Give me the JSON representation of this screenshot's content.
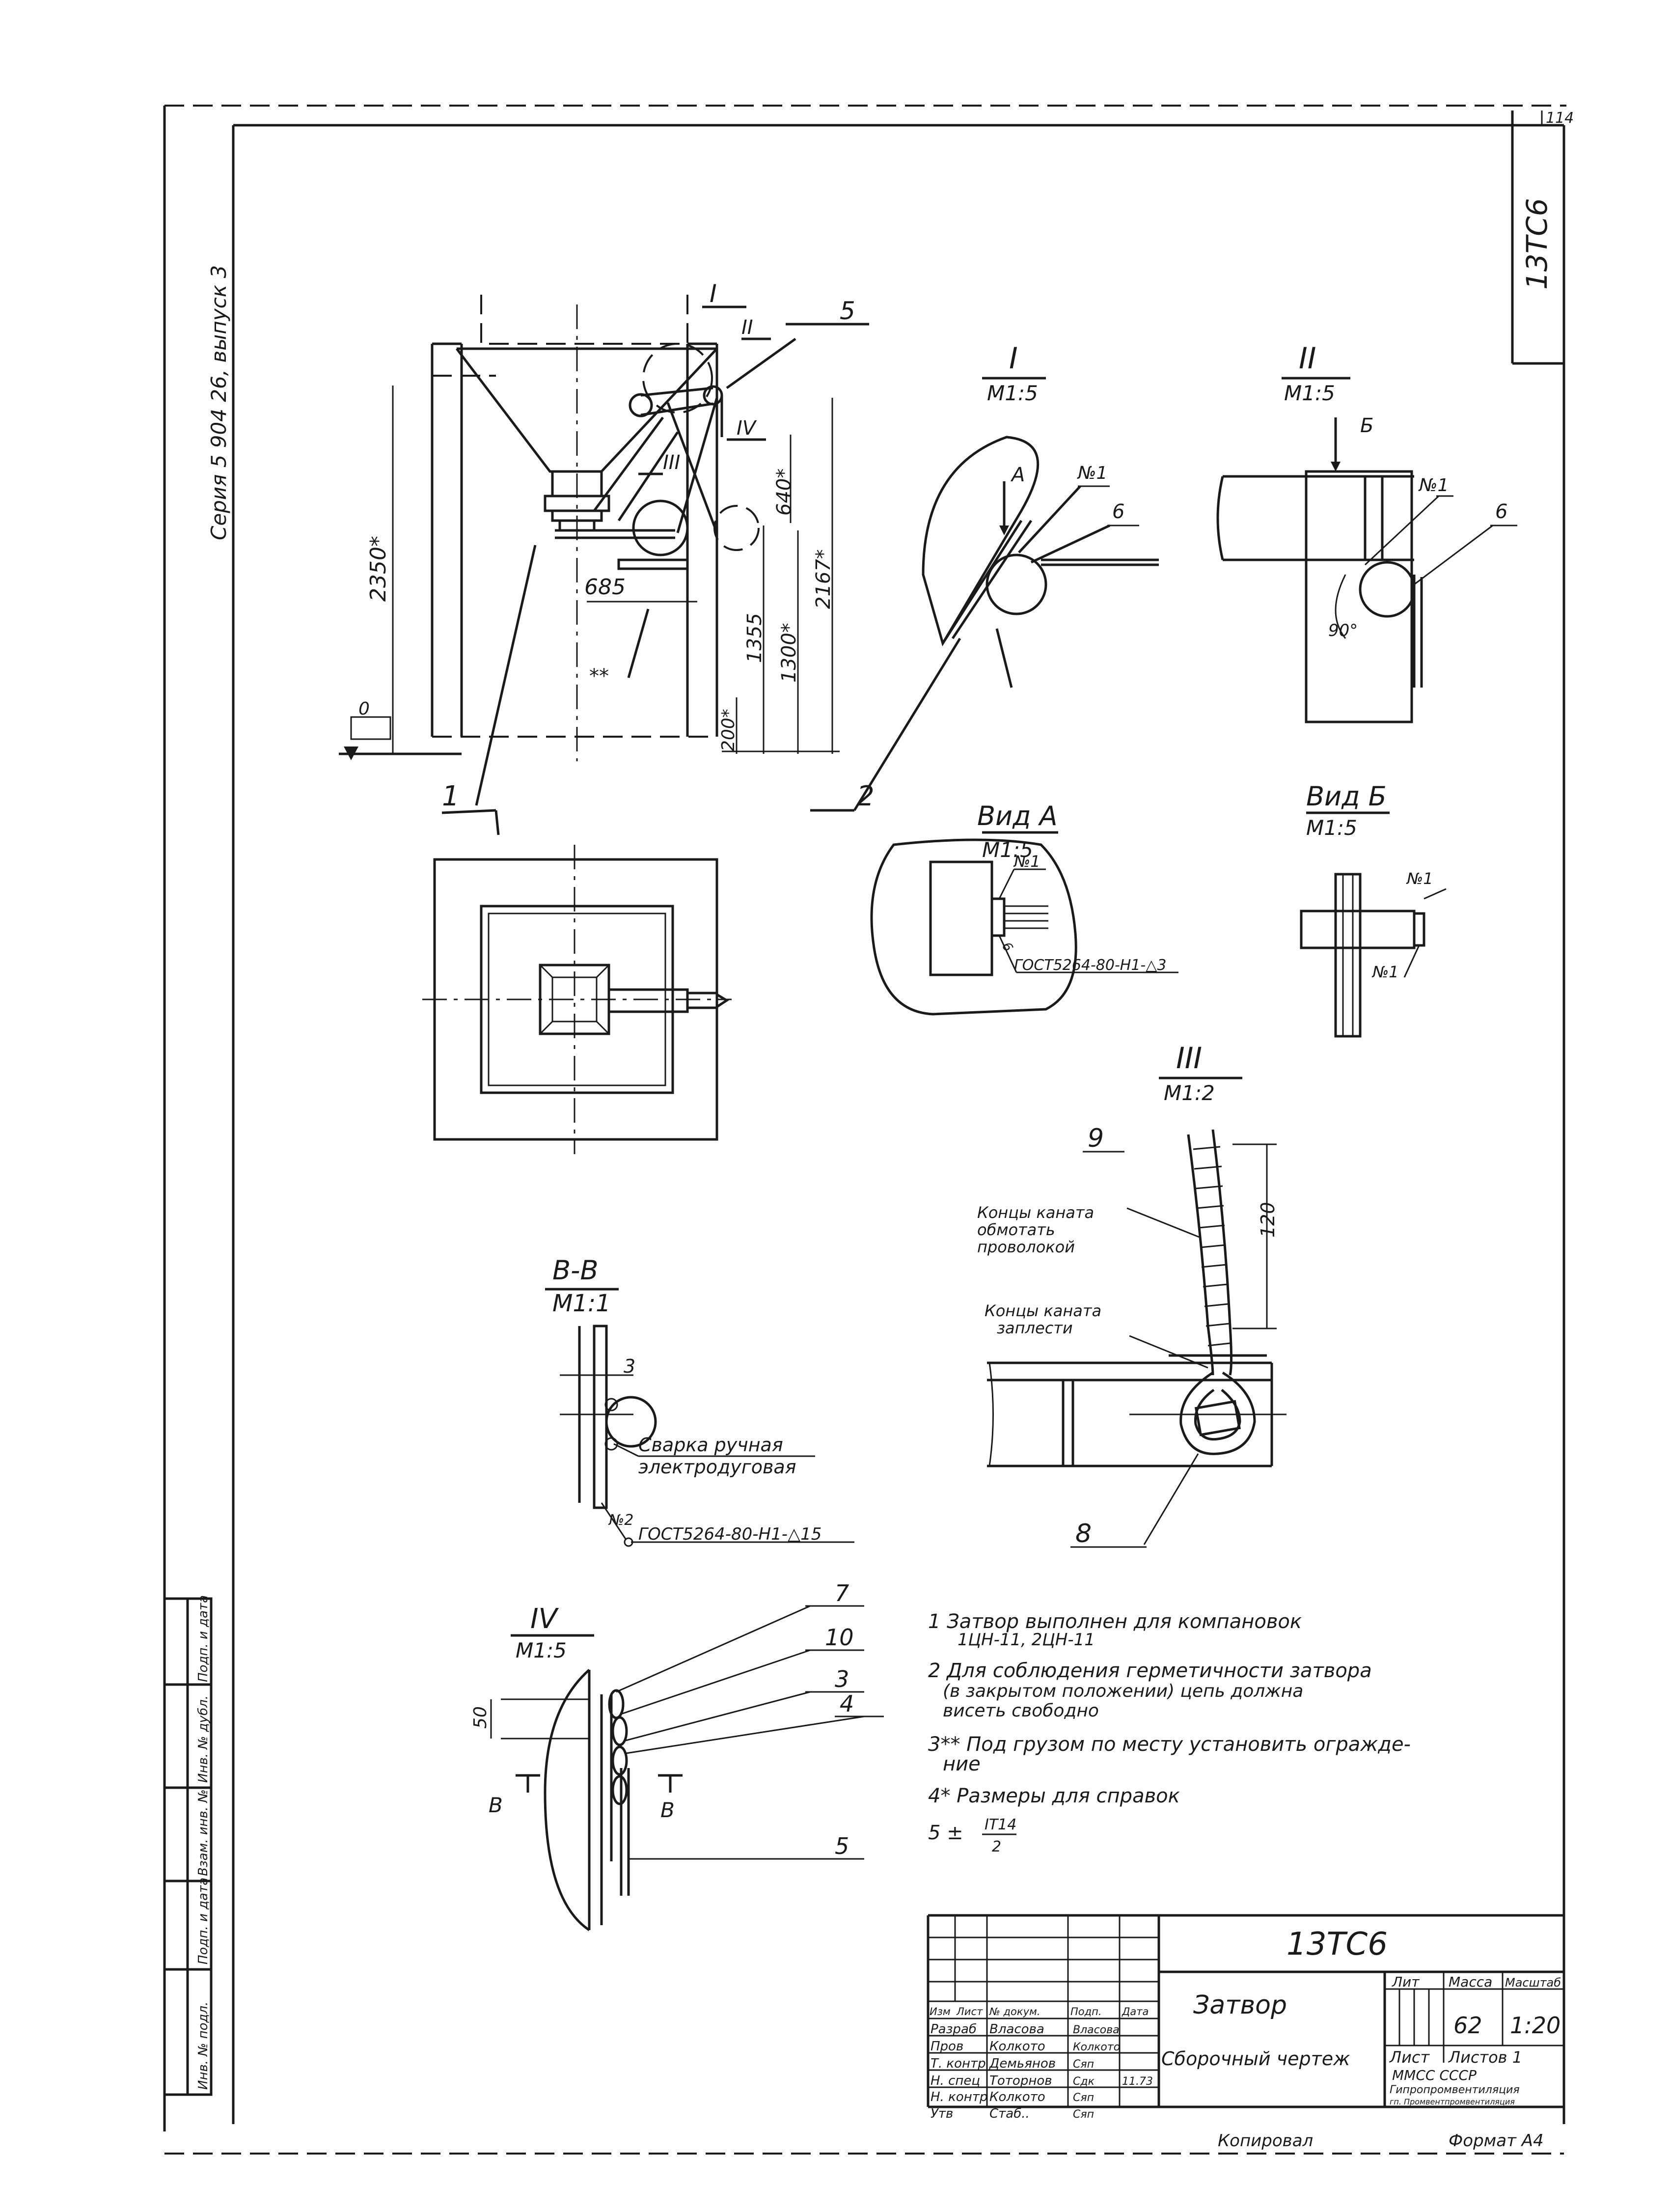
{
  "sheet": {
    "sheet_number": "114",
    "stamp": "13ТС6",
    "series": "Серия 5 904 26, выпуск 3"
  },
  "main_view": {
    "dim_2350": "2350*",
    "dim_685": "685",
    "dim_640": "640*",
    "dim_1355": "1355",
    "dim_1300": "1300*",
    "dim_2167": "2167*",
    "dim_200": "200*",
    "level_0": "0",
    "double_star": "**",
    "label_I": "I",
    "label_II": "II",
    "label_III": "III",
    "label_IV": "IV",
    "label_5": "5",
    "callout_1": "1",
    "callout_2": "2"
  },
  "detail_I": {
    "title": "I",
    "scale": "M1:5",
    "mark_n1": "№1",
    "mark_A": "А",
    "mark_6": "6"
  },
  "detail_II": {
    "title": "II",
    "scale": "M1:5",
    "mark_B": "Б",
    "mark_n1": "№1",
    "mark_6": "6",
    "angle": "90°"
  },
  "view_A": {
    "title": "Вид А",
    "scale": "M1:5",
    "mark_n1": "№1",
    "weld": "ГОСТ5264-80-Н1-△3",
    "mark_6": "6"
  },
  "view_B": {
    "title": "Вид Б",
    "scale": "M1:5",
    "mark_n1_top": "№1",
    "mark_n1_bottom": "№1"
  },
  "detail_III": {
    "title": "III",
    "scale": "M1:2",
    "mark_9": "9",
    "mark_8": "8",
    "dim_120": "120",
    "note_1_line1": "Концы каната",
    "note_1_line2": "обмотать",
    "note_1_line3": "проволокой",
    "note_2_line1": "Концы каната",
    "note_2_line2": "заплести"
  },
  "section_BB": {
    "title": "В-В",
    "scale": "M1:1",
    "dim_3": "3",
    "weld_line1": "Сварка ручная",
    "weld_line2": "электродуговая",
    "mark_n2": "№2",
    "weld_gost": "ГОСТ5264-80-Н1-△15"
  },
  "detail_IV": {
    "title": "IV",
    "scale": "M1:5",
    "dim_50": "50",
    "mark_7": "7",
    "mark_10": "10",
    "mark_3": "3",
    "mark_4": "4",
    "mark_5": "5",
    "section_B_left": "В",
    "section_B_right": "В"
  },
  "notes": [
    {
      "line1": "1 Затвор выполнен для компановок",
      "line2": "1ЦН-11, 2ЦН-11",
      "line3": ""
    },
    {
      "line1": "2 Для соблюдения герметичности затвора",
      "line2": "(в закрытом положении) цепь должна",
      "line3": "висеть свободно"
    },
    {
      "line1": "3** Под грузом по месту установить огражде-",
      "line2": "ние",
      "line3": ""
    },
    {
      "line1": "4* Размеры для    справок",
      "line2": "",
      "line3": ""
    }
  ],
  "tolerance": {
    "prefix": "5 ±",
    "numerator": "IT14",
    "denominator": "2"
  },
  "title_block": {
    "code": "13ТС6",
    "name": "Затвор",
    "doc_type": "Сборочный чертеж",
    "col_lit": "Лит",
    "col_mass": "Масса",
    "col_scale": "Масштаб",
    "mass": "62",
    "scale": "1:20",
    "sheet_label": "Лист",
    "sheets_label": "Листов 1",
    "org_line1": "ММСС  СССР",
    "org_line2": "Гипропромвентиляция",
    "org_line3": "гп. Промвентпромвентиляция",
    "head_cols": [
      "Изм",
      "Лист",
      "№ докум.",
      "Подп.",
      "Дата"
    ],
    "rows": [
      {
        "role": "Разраб",
        "name": "Власова",
        "sign": "Власова"
      },
      {
        "role": "Пров",
        "name": "Колкото",
        "sign": "Колкото"
      },
      {
        "role": "Т. контр",
        "name": "Демьянов",
        "sign": "Сяп"
      },
      {
        "role": "Н. спец",
        "name": "Тоторнов",
        "sign": "Сдк",
        "date": "11.73"
      },
      {
        "role": "Н. контр",
        "name": "Колкото",
        "sign": "Сяп"
      },
      {
        "role": "Утв",
        "name": "Стаб..",
        "sign": "Сяп"
      }
    ],
    "copied": "Копировал",
    "format": "Формат А4"
  },
  "side_stamp": {
    "cells": [
      "Инв. № подл.",
      "Подп. и дата",
      "Взам. инв. №",
      "Инв. № дубл.",
      "Подп. и дата"
    ]
  }
}
